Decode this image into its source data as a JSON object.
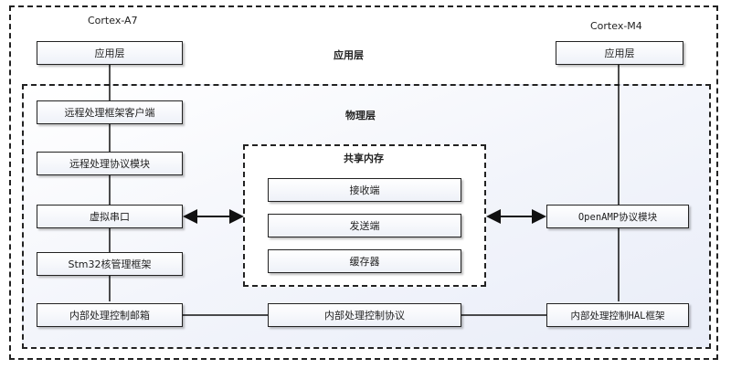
{
  "cores": {
    "left": "Cortex-A7",
    "right": "Cortex-M4"
  },
  "layers": {
    "application": "应用层",
    "physical": "物理层",
    "shared_memory": "共享内存"
  },
  "left_column": {
    "app": "应用层",
    "rproc_client": "远程处理框架客户端",
    "rproc_protocol": "远程处理协议模块",
    "virtual_uart": "虚拟串口",
    "stm32_ipcc": "Stm32核管理框架",
    "ipc_mailbox": "内部处理控制邮箱"
  },
  "shared_memory": {
    "rx": "接收端",
    "tx": "发送端",
    "buffer": "缓存器"
  },
  "center_bottom": {
    "ipc_protocol": "内部处理控制协议"
  },
  "right_column": {
    "app": "应用层",
    "openamp": "OpenAMP协议模块",
    "ipc_hal": "内部处理控制HAL框架"
  }
}
